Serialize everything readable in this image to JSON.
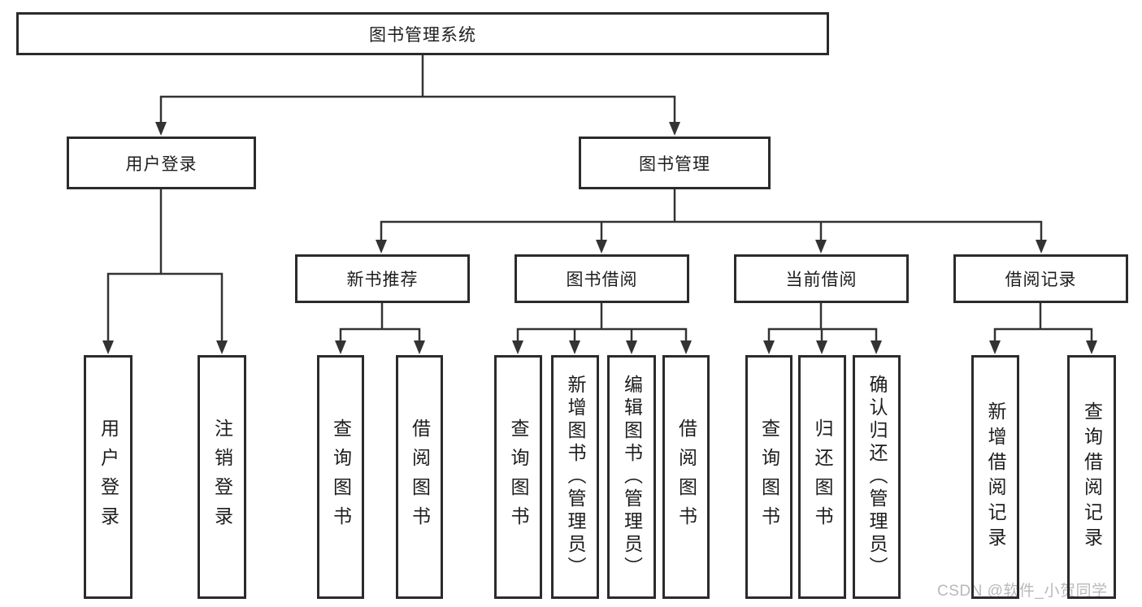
{
  "diagram": {
    "root": {
      "label": "图书管理系统"
    },
    "branches": [
      {
        "label": "用户登录",
        "children": [
          {
            "label": "用户登录"
          },
          {
            "label": "注销登录"
          }
        ]
      },
      {
        "label": "图书管理",
        "groups": [
          {
            "label": "新书推荐",
            "children": [
              {
                "label": "查询图书"
              },
              {
                "label": "借阅图书"
              }
            ]
          },
          {
            "label": "图书借阅",
            "children": [
              {
                "label": "查询图书"
              },
              {
                "label": "新增图书（管理员）"
              },
              {
                "label": "编辑图书（管理员）"
              },
              {
                "label": "借阅图书"
              }
            ]
          },
          {
            "label": "当前借阅",
            "children": [
              {
                "label": "查询图书"
              },
              {
                "label": "归还图书"
              },
              {
                "label": "确认归还（管理员）"
              }
            ]
          },
          {
            "label": "借阅记录",
            "children": [
              {
                "label": "新增借阅记录"
              },
              {
                "label": "查询借阅记录"
              }
            ]
          }
        ]
      }
    ],
    "watermark": "CSDN @软件_小贺同学",
    "colors": {
      "line": "#333333",
      "box_border": "#2b2b2b",
      "text": "#1d1d1f",
      "watermark": "#b9b9b9",
      "background": "#ffffff"
    }
  }
}
